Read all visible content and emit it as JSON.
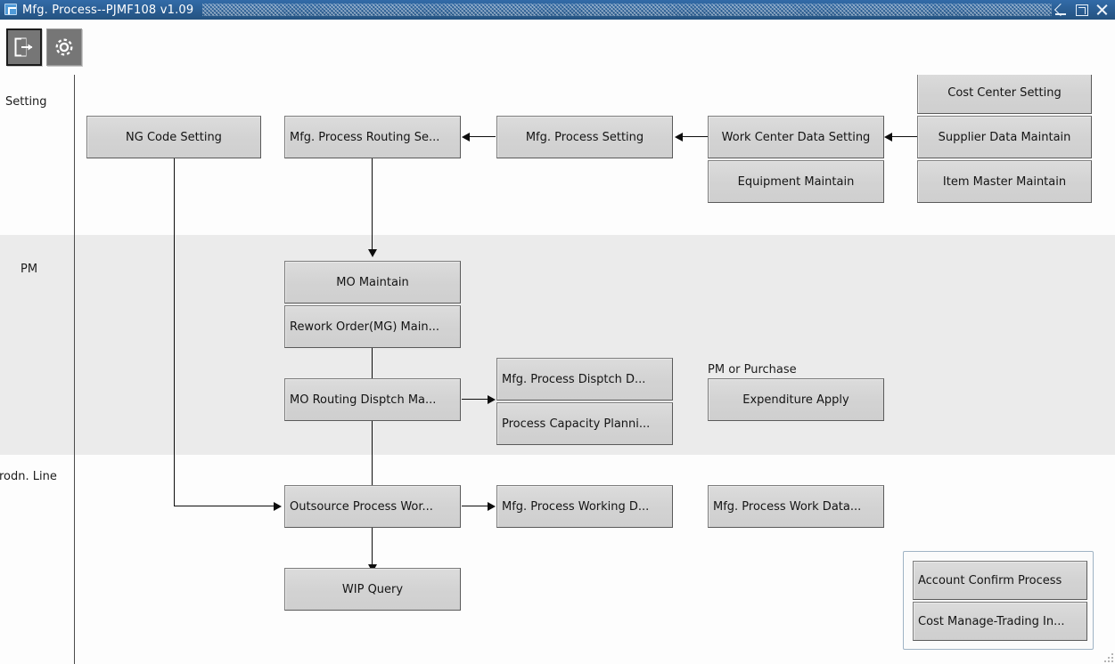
{
  "window": {
    "title": "Mfg. Process--PJMF108 v1.09",
    "app_icon": "app-window-icon",
    "controls": [
      {
        "name": "minimize",
        "icon": "minimize-icon"
      },
      {
        "name": "maximize",
        "icon": "maximize-icon"
      },
      {
        "name": "close",
        "icon": "close-icon"
      }
    ]
  },
  "toolbar": {
    "buttons": [
      {
        "name": "exit",
        "icon": "exit-door-arrow-icon",
        "label": ""
      },
      {
        "name": "settings",
        "icon": "gear-icon",
        "label": ""
      }
    ]
  },
  "swimlanes": [
    {
      "label": "Setting"
    },
    {
      "label": "PM"
    },
    {
      "label": "rodn. Line"
    }
  ],
  "group_labels": [
    {
      "text": "PM or Purchase"
    }
  ],
  "nodes": {
    "ng_code_setting": "NG Code Setting",
    "mfg_process_routing": "Mfg. Process Routing Se...",
    "mfg_process_setting": "Mfg. Process Setting",
    "work_center_data_setting": "Work Center Data Setting",
    "equipment_maintain": "Equipment Maintain",
    "cost_center_setting": "Cost Center Setting",
    "supplier_data_maintain": "Supplier Data Maintain",
    "item_master_maintain": "Item Master Maintain",
    "mo_maintain": "MO Maintain",
    "rework_order_maintain": "Rework Order(MG) Main...",
    "mo_routing_disptch": "MO Routing Disptch Ma...",
    "mfg_process_disptch": "Mfg. Process Disptch D...",
    "process_capacity_planning": "Process Capacity Planni...",
    "expenditure_apply": "Expenditure Apply",
    "outsource_process_work": "Outsource Process Wor...",
    "mfg_process_working_d": "Mfg. Process Working D...",
    "mfg_process_work_data": "Mfg. Process Work Data...",
    "wip_query": "WIP Query",
    "account_confirm_process": "Account Confirm Process",
    "cost_manage_trading": "Cost Manage-Trading In..."
  },
  "colors": {
    "titlebar": "#2a5d92",
    "node_fill": "#d4d4d4",
    "node_border": "#7d7d7d",
    "band_fill": "#ebebeb",
    "canvas_fill": "#fdfdfd",
    "connector": "#0d0d0d",
    "subpanel_border": "#9fb3c4",
    "toolbar_button": "#767676"
  }
}
